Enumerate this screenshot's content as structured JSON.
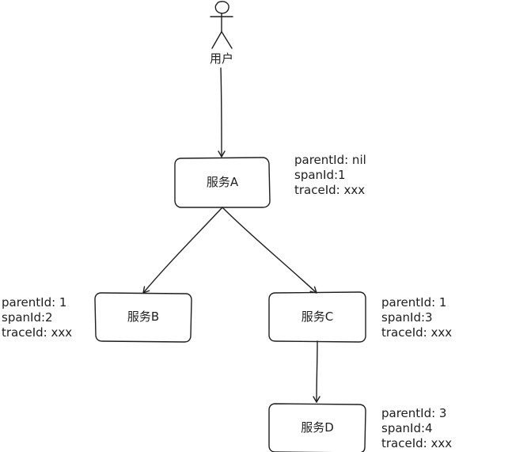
{
  "actor": {
    "label": "用户",
    "icon": "stick-figure-user-icon"
  },
  "services": [
    {
      "id": "A",
      "label": "服务A",
      "note": {
        "parentId": "parentId: nil",
        "spanId": "spanId:1",
        "traceId": "traceId: xxx"
      }
    },
    {
      "id": "B",
      "label": "服务B",
      "note": {
        "parentId": "parentId: 1",
        "spanId": "spanId:2",
        "traceId": "traceId: xxx"
      }
    },
    {
      "id": "C",
      "label": "服务C",
      "note": {
        "parentId": "parentId: 1",
        "spanId": "spanId:3",
        "traceId": "traceId: xxx"
      }
    },
    {
      "id": "D",
      "label": "服务D",
      "note": {
        "parentId": "parentId: 3",
        "spanId": "spanId:4",
        "traceId": "traceId: xxx"
      }
    }
  ],
  "edges": [
    {
      "from": "user",
      "to": "A"
    },
    {
      "from": "A",
      "to": "B"
    },
    {
      "from": "A",
      "to": "C"
    },
    {
      "from": "C",
      "to": "D"
    }
  ],
  "colors": {
    "stroke": "#1e1e1e",
    "background": "#ffffff"
  }
}
